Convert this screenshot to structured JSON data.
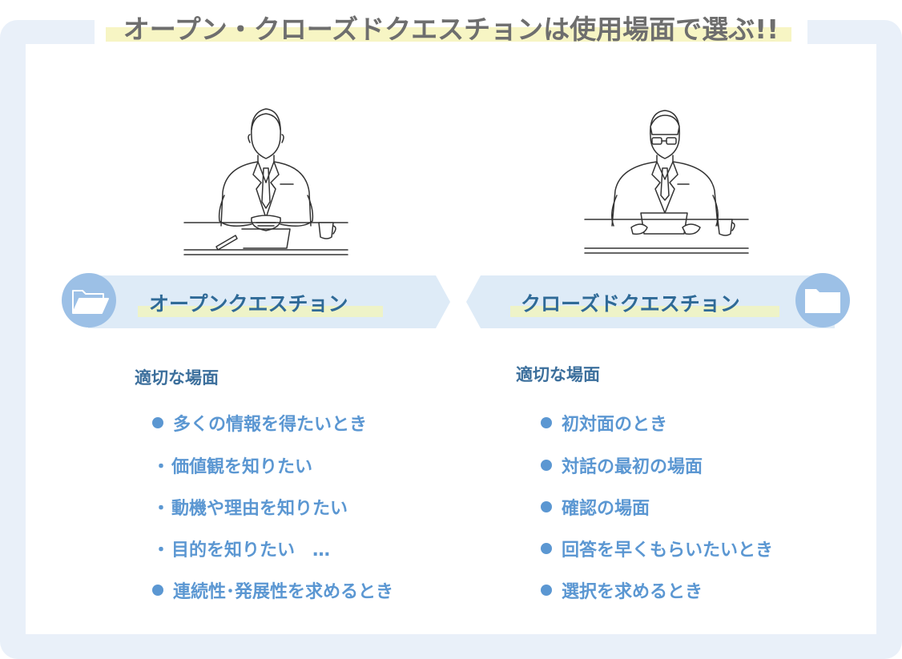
{
  "title": "オープン・クローズドクエスチョンは使用場面で選ぶ!!",
  "left": {
    "banner": "オープンクエスチョン",
    "section": "適切な場面",
    "items": [
      {
        "marker": "dot",
        "text": "多くの情報を得たいとき"
      },
      {
        "marker": "・",
        "text": "価値観を知りたい"
      },
      {
        "marker": "・",
        "text": "動機や理由を知りたい"
      },
      {
        "marker": "・",
        "text": "目的を知りたい　…"
      },
      {
        "marker": "dot",
        "text": "連続性･発展性を求めるとき"
      }
    ],
    "icon": "open-folder-icon"
  },
  "right": {
    "banner": "クローズドクエスチョン",
    "section": "適切な場面",
    "items": [
      {
        "marker": "dot",
        "text": "初対面のとき"
      },
      {
        "marker": "dot",
        "text": "対話の最初の場面"
      },
      {
        "marker": "dot",
        "text": "確認の場面"
      },
      {
        "marker": "dot",
        "text": "回答を早くもらいたいとき"
      },
      {
        "marker": "dot",
        "text": "選択を求めるとき"
      }
    ],
    "icon": "closed-folder-icon"
  },
  "colors": {
    "frame": "#e9f0f9",
    "banner": "#deebf7",
    "circle": "#9cc0e6",
    "banner_text": "#2f6a97",
    "item_text": "#5b97d2",
    "highlight": "#f7f5c4"
  }
}
